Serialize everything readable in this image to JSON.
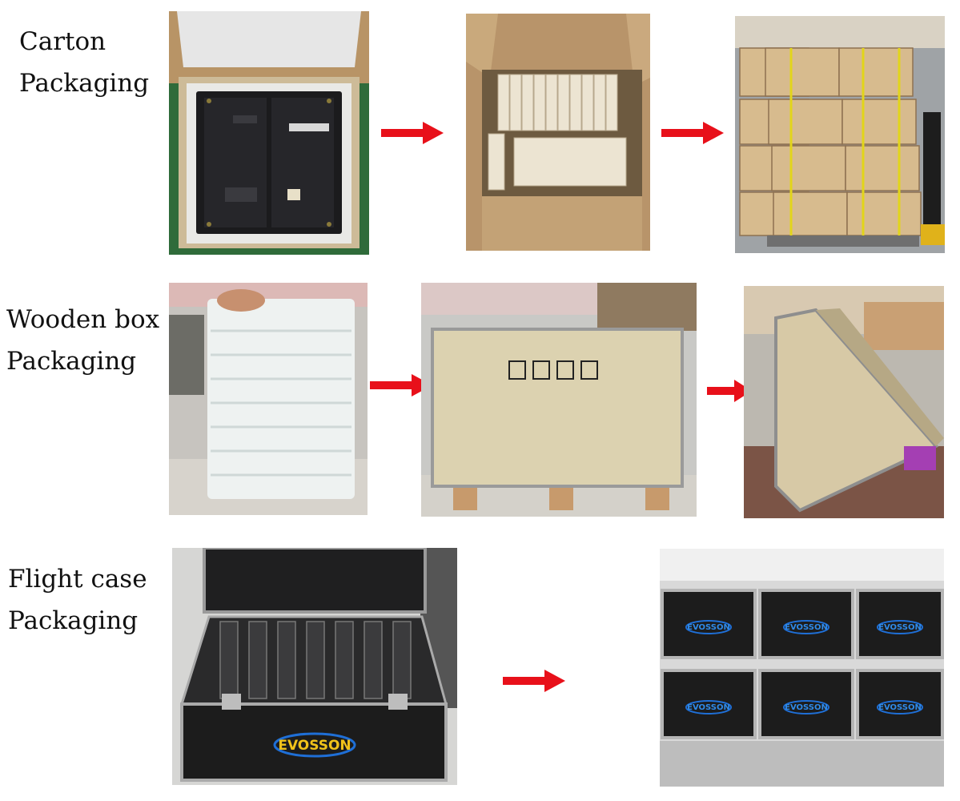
{
  "rows": [
    {
      "title_line1": "Carton",
      "title_line2": "Packaging"
    },
    {
      "title_line1": "Wooden box",
      "title_line2": "Packaging"
    },
    {
      "title_line1": "Flight case",
      "title_line2": "Packaging"
    }
  ],
  "brand": {
    "logo_text": "EVOSSON"
  },
  "colors": {
    "arrow": "#e8101a",
    "logo_blue": "#1f6fd6",
    "case_black": "#1c1c1c",
    "cardboard": "#c9a97c",
    "plywood": "#d9cfae"
  }
}
